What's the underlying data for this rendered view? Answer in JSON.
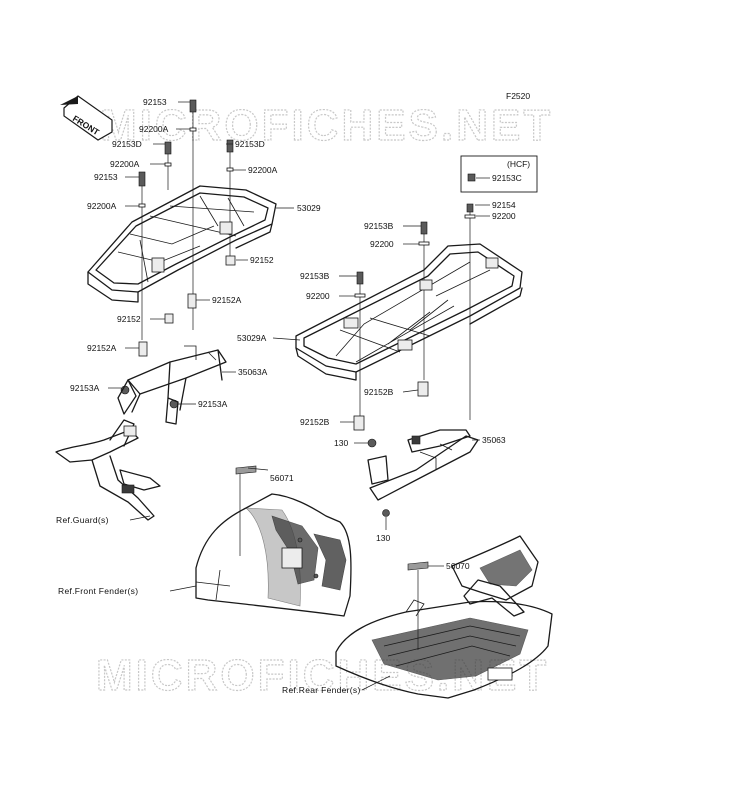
{
  "figure_code": "F2520",
  "front_arrow_label": "FRONT",
  "watermark": "MICROFICHES.NET",
  "hcf_box_title": "(HCF)",
  "part_numbers": {
    "p92153_top": "92153",
    "p92200A_a": "92200A",
    "p92153D_left": "92153D",
    "p92153D_right": "92153D",
    "p92200A_b": "92200A",
    "p92200A_c": "92200A",
    "p92153_left": "92153",
    "p92200A_d": "92200A",
    "p53029": "53029",
    "p92152": "92152",
    "p92152A_a": "92152A",
    "p92152_left": "92152",
    "p92152A_b": "92152A",
    "p35063A": "35063A",
    "p92153A_a": "92153A",
    "p92153A_b": "92153A",
    "p92153C": "92153C",
    "p92154": "92154",
    "p92200_hcf": "92200",
    "p92153B_a": "92153B",
    "p92200_a": "92200",
    "p92153B_b": "92153B",
    "p92200_b": "92200",
    "p53029A": "53029A",
    "p92152B_a": "92152B",
    "p92152B_b": "92152B",
    "p35063": "35063",
    "p130_a": "130",
    "p130_b": "130",
    "p56071": "56071",
    "p56070": "56070"
  },
  "references": {
    "guard": "Ref.Guard(s)",
    "front_fender": "Ref.Front Fender(s)",
    "rear_fender": "Ref.Rear Fender(s)"
  }
}
